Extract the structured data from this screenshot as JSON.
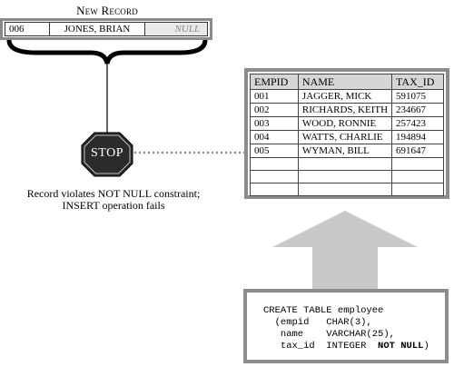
{
  "new_record": {
    "title": "New Record",
    "empid": "006",
    "name": "JONES, BRIAN",
    "tax_id": "NULL"
  },
  "employee_table": {
    "headers": [
      "EMPID",
      "NAME",
      "TAX_ID"
    ],
    "rows": [
      [
        "001",
        "JAGGER, MICK",
        "591075"
      ],
      [
        "002",
        "RICHARDS, KEITH",
        "234667"
      ],
      [
        "003",
        "WOOD, RONNIE",
        "257423"
      ],
      [
        "004",
        "WATTS, CHARLIE",
        "194894"
      ],
      [
        "005",
        "WYMAN, BILL",
        "691647"
      ]
    ]
  },
  "stop_sign": {
    "label": "STOP",
    "icon": "stop-sign-icon"
  },
  "caption": {
    "line1": "Record violates NOT NULL constraint;",
    "line2": "INSERT operation fails"
  },
  "sql": {
    "line1": "CREATE TABLE employee",
    "line2": "  (empid   CHAR(3),",
    "line3": "   name    VARCHAR(25),",
    "line4_prefix": "   tax_id  INTEGER  ",
    "line4_bold": "NOT NULL",
    "line4_suffix": ")"
  },
  "colors": {
    "frame_gray": "#8c8c8c",
    "arrow_gray": "#c8c8c8",
    "header_gray": "#d6d6d6",
    "stop_fill": "#2b2b2b",
    "null_cell_bg": "#e8e8e8"
  }
}
